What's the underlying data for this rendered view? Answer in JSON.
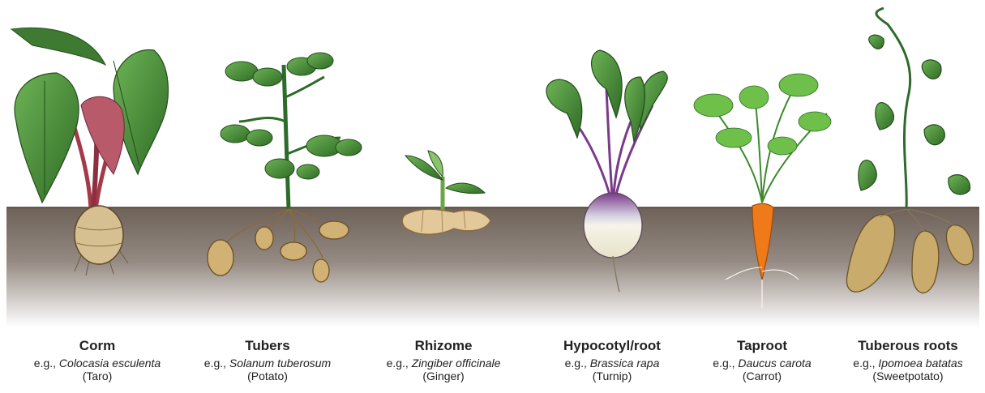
{
  "colors": {
    "soil_top": "#6d6158",
    "soil_mid": "#9a8f87",
    "soil_bottom": "#ffffff",
    "leaf": "#4f9a3e",
    "leaf_dark": "#2f6b25",
    "taro_leaf_pink": "#b85a6a",
    "turnip_purple": "#7a3a8a",
    "carrot_orange": "#ef7a1a",
    "tuber_tan": "#c9ab6b",
    "ginger": "#e3c99a"
  },
  "plants": [
    {
      "name": "Corm",
      "prefix": "e.g., ",
      "scientific": "Colocasia esculenta",
      "common": "(Taro)"
    },
    {
      "name": "Tubers",
      "prefix": "e.g., ",
      "scientific": "Solanum tuberosum",
      "common": "(Potato)"
    },
    {
      "name": "Rhizome",
      "prefix": "e.g., ",
      "scientific": "Zingiber officinale",
      "common": "(Ginger)"
    },
    {
      "name": "Hypocotyl/root",
      "prefix": "e.g., ",
      "scientific": "Brassica rapa",
      "common": "(Turnip)"
    },
    {
      "name": "Taproot",
      "prefix": "e.g., ",
      "scientific": "Daucus carota",
      "common": "(Carrot)"
    },
    {
      "name": "Tuberous roots",
      "prefix": "e.g., ",
      "scientific": "Ipomoea batatas",
      "common": "(Sweetpotato)"
    }
  ]
}
